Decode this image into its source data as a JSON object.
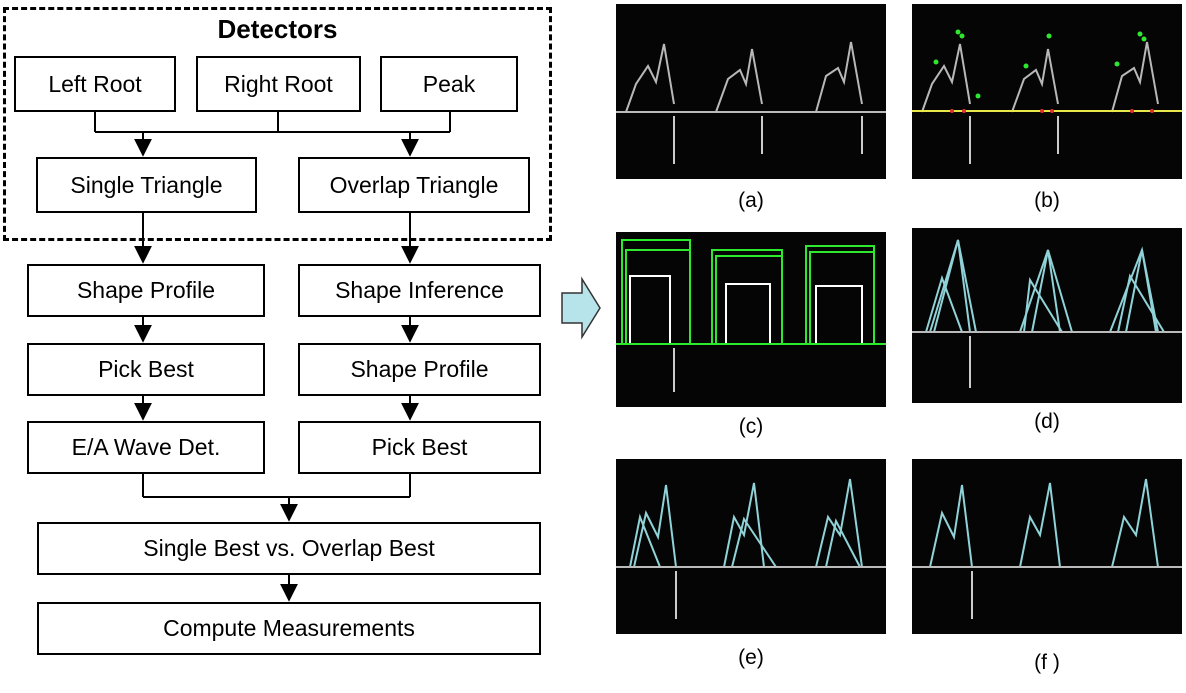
{
  "flowchart": {
    "group_title": "Detectors",
    "nodes": {
      "left_root": "Left Root",
      "right_root": "Right Root",
      "peak": "Peak",
      "single_triangle": "Single Triangle",
      "overlap_triangle": "Overlap Triangle",
      "shape_profile_left": "Shape Profile",
      "shape_inference": "Shape Inference",
      "pick_best_left": "Pick Best",
      "shape_profile_right": "Shape Profile",
      "ea_wave_det": "E/A Wave Det.",
      "pick_best_right": "Pick Best",
      "single_vs_overlap": "Single Best vs. Overlap Best",
      "compute_measurements": "Compute Measurements"
    }
  },
  "panels": {
    "a": "(a)",
    "b": "(b)",
    "c": "(c)",
    "d": "(d)",
    "e": "(e)",
    "f": "(f )"
  },
  "colors": {
    "detection_green": "#2ee82e",
    "triangle_cyan": "#8fd3d8",
    "baseline_yellow": "#e8e84a",
    "baseline_red": "#e03030",
    "arrow_fill": "#b7e3ea"
  }
}
